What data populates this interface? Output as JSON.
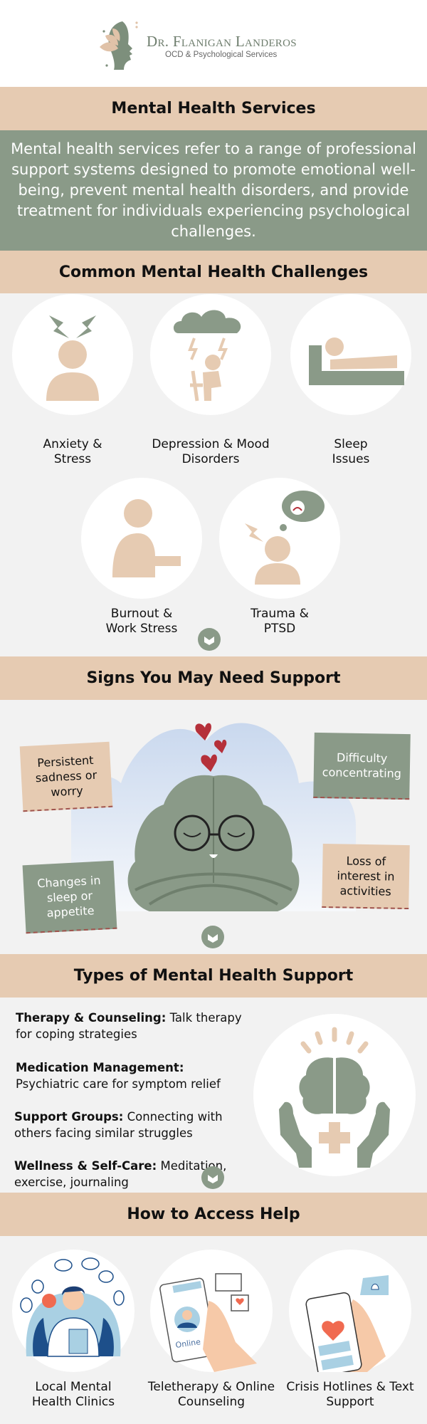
{
  "logo": {
    "name": "Dr. Flanigan Landeros",
    "tagline": "OCD & Psychological Services"
  },
  "intro": {
    "title": "Mental Health Services",
    "text": "Mental health services refer to a range of professional support systems designed to promote emotional well-being, prevent mental health disorders, and provide treatment for individuals experiencing psychological challenges."
  },
  "challenges": {
    "title": "Common Mental Health Challenges",
    "items": [
      {
        "label": "Anxiety & Stress",
        "icon": "anxiety-icon"
      },
      {
        "label": "Depression & Mood Disorders",
        "icon": "depression-icon"
      },
      {
        "label": "Sleep Issues",
        "icon": "sleep-icon"
      },
      {
        "label": "Burnout & Work Stress",
        "icon": "burnout-icon"
      },
      {
        "label": "Trauma & PTSD",
        "icon": "trauma-icon"
      }
    ]
  },
  "signs": {
    "title": "Signs You May Need Support",
    "notes": [
      "Persistent sadness or worry",
      "Difficulty concentrating",
      "Changes in sleep or appetite",
      "Loss of interest in activities"
    ]
  },
  "types": {
    "title": "Types of Mental Health Support",
    "items": [
      {
        "term": "Therapy & Counseling:",
        "desc": " Talk therapy for coping strategies"
      },
      {
        "term": "Medication Management:",
        "desc": " Psychiatric care for symptom relief"
      },
      {
        "term": "Support Groups:",
        "desc": " Connecting with others facing similar struggles"
      },
      {
        "term": "Wellness & Self-Care:",
        "desc": " Meditation, exercise, journaling"
      }
    ]
  },
  "access": {
    "title": "How to Access Help",
    "phone_text": "Online",
    "items": [
      {
        "label": "Local Mental Health Clinics"
      },
      {
        "label": "Teletherapy & Online Counseling"
      },
      {
        "label": "Crisis Hotlines & Text Support"
      }
    ]
  },
  "colors": {
    "tan": "#e6cbb2",
    "sage": "#8a9a88",
    "bg": "#f2f2f2",
    "heart": "#b5303a"
  }
}
